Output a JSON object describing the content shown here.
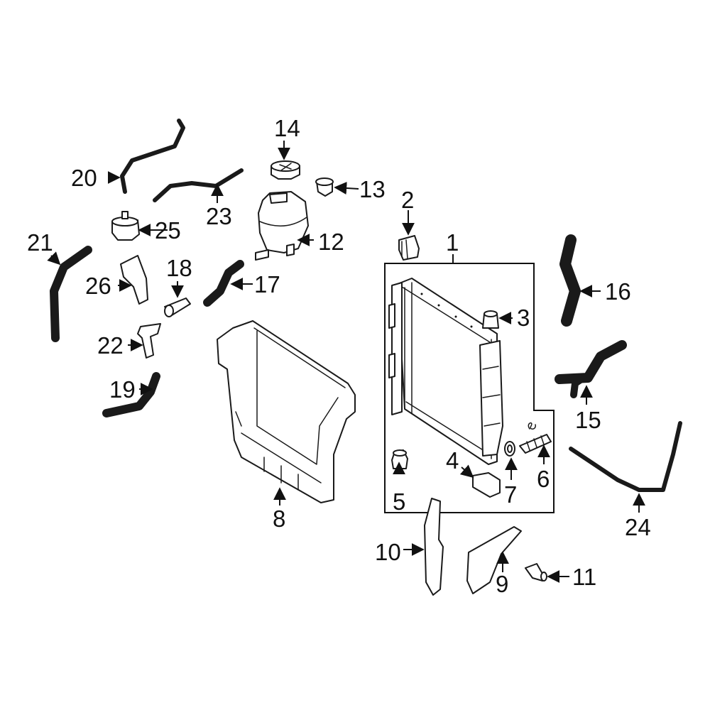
{
  "diagram": {
    "highlight_color": "#1f3ea8",
    "line_color": "#1a1a1a",
    "highlighted_part": "15",
    "callouts": [
      "1",
      "2",
      "3",
      "4",
      "5",
      "6",
      "7",
      "8",
      "9",
      "10",
      "11",
      "12",
      "13",
      "14",
      "15",
      "16",
      "17",
      "18",
      "19",
      "20",
      "21",
      "22",
      "23",
      "24",
      "25",
      "26"
    ]
  }
}
